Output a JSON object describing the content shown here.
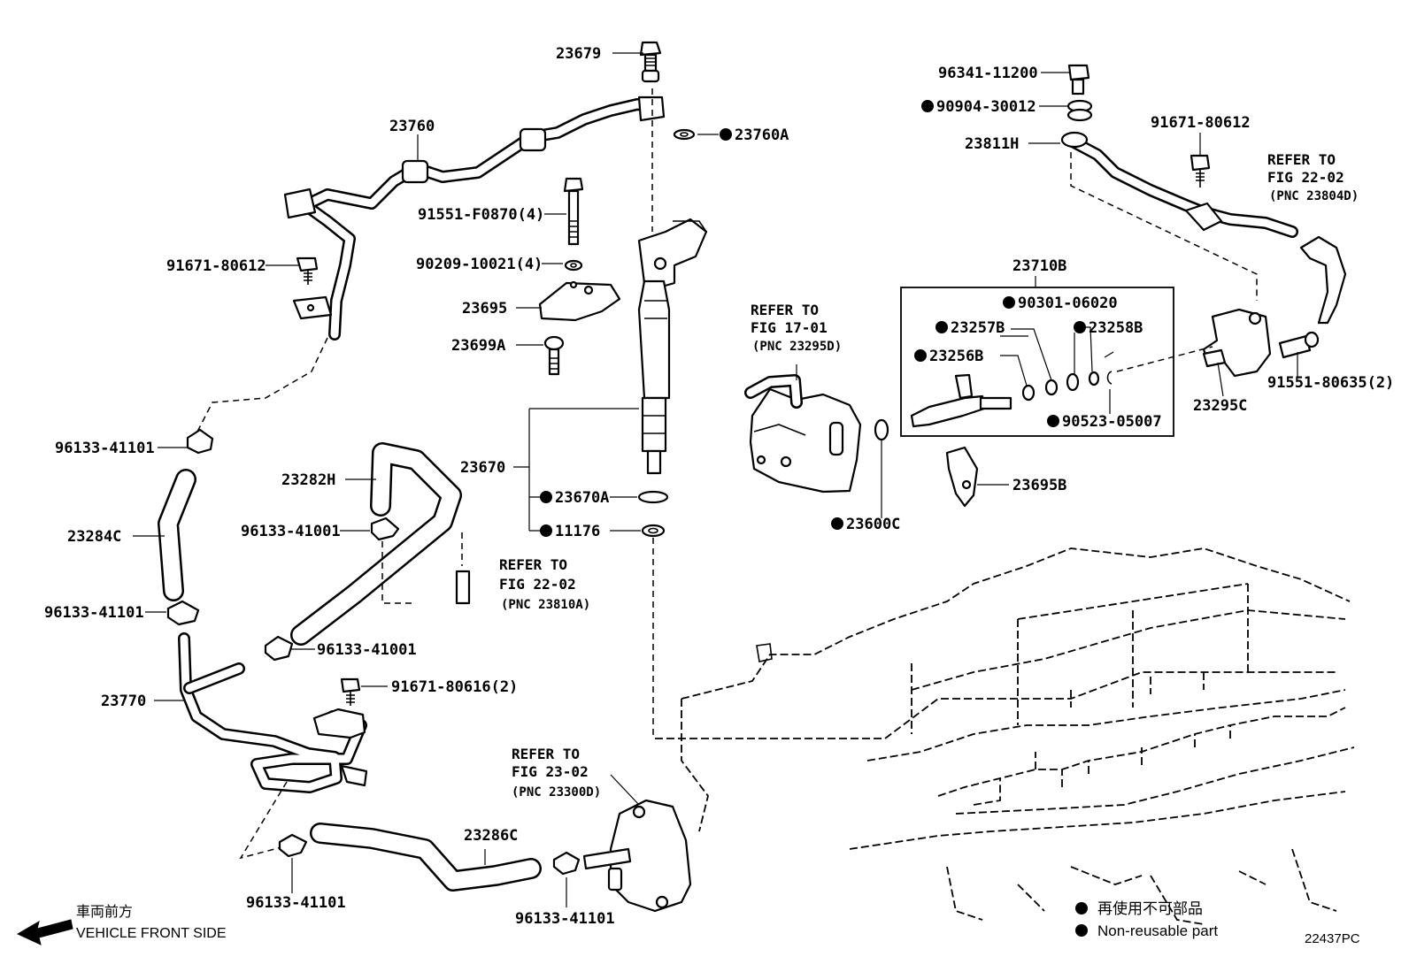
{
  "labels": {
    "p23679": "23679",
    "p23760": "23760",
    "p23760A": "23760A",
    "p91551F0870": "91551-F0870(4)",
    "p90209": "90209-10021(4)",
    "p23695": "23695",
    "p23699A": "23699A",
    "p23670": "23670",
    "p23670A": "23670A",
    "p11176": "11176",
    "p91671_left": "91671-80612",
    "p96133_41101_a": "96133-41101",
    "p23284C": "23284C",
    "p96133_41101_b": "96133-41101",
    "p23282H": "23282H",
    "p96133_41001_a": "96133-41001",
    "p96133_41001_b": "96133-41001",
    "p23770": "23770",
    "p91671_80616": "91671-80616(2)",
    "p96133_41101_c": "96133-41101",
    "p23286C": "23286C",
    "p96133_41101_d": "96133-41101",
    "p96341": "96341-11200",
    "p90904": "90904-30012",
    "p23811H": "23811H",
    "p91671_right": "91671-80612",
    "p23710B": "23710B",
    "p90301": "90301-06020",
    "p23257B": "23257B",
    "p23258B": "23258B",
    "p23256B": "23256B",
    "p90523": "90523-05007",
    "p23295C": "23295C",
    "p91551_80635": "91551-80635(2)",
    "p23695B": "23695B",
    "p23600C": "23600C"
  },
  "references": {
    "r1701": {
      "line1": "REFER TO",
      "line2": "FIG 17-01",
      "line3": "(PNC 23295D)"
    },
    "r2202a": {
      "line1": "REFER TO",
      "line2": "FIG 22-02",
      "line3": "(PNC 23804D)"
    },
    "r2202b": {
      "line1": "REFER TO",
      "line2": "FIG 22-02",
      "line3": "(PNC 23810A)"
    },
    "r2302": {
      "line1": "REFER TO",
      "line2": "FIG 23-02",
      "line3": "(PNC 23300D)"
    }
  },
  "direction": {
    "japanese": "車両前方",
    "english": "VEHICLE FRONT SIDE"
  },
  "legend": {
    "japanese": "再使用不可部品",
    "english": "Non-reusable part"
  },
  "figure_id": "22437PC"
}
